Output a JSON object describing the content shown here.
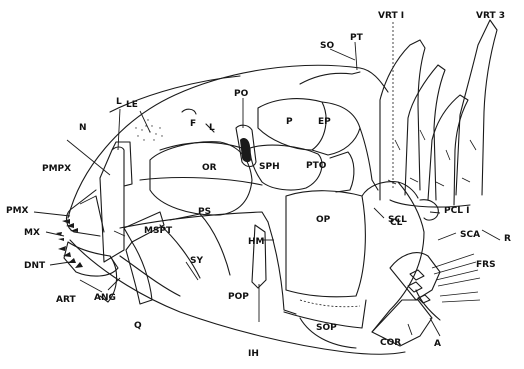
{
  "labels": {
    "vrt1": "VRT I",
    "vrt3": "VRT 3",
    "so": "SO",
    "pt": "PT",
    "po": "PO",
    "le": "LE",
    "p": "P",
    "ep": "EP",
    "n": "N",
    "l": "L",
    "f": "F",
    "l2": "L",
    "pmpx": "PMPX",
    "or": "OR",
    "sph": "SPH",
    "pto": "PTO",
    "scl": "SCL",
    "pcl1": "PCL I",
    "r": "R",
    "pmx": "PMX",
    "ps": "PS",
    "cl": "CL",
    "op": "OP",
    "mx": "MX",
    "mspt": "MSPT",
    "hm": "HM",
    "sca": "SCA",
    "dnt": "DNT",
    "sy": "SY",
    "frs": "FRS",
    "pop": "POP",
    "art": "ART",
    "ang": "ANG",
    "q": "Q",
    "sop": "SOP",
    "ih": "IH",
    "cor": "COR",
    "a": "A"
  }
}
